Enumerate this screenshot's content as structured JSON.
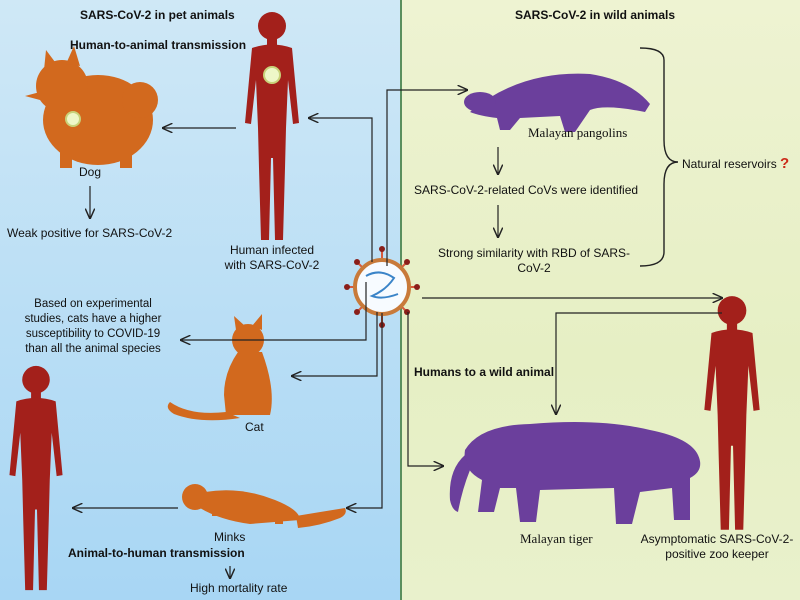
{
  "left_panel": {
    "title": "SARS-CoV-2 in pet animals",
    "subtitle_top": "Human-to-animal transmission",
    "dog_label": "Dog",
    "dog_result": "Weak positive for SARS-CoV-2",
    "human_label_1": "Human infected",
    "human_label_2": "with SARS-CoV-2",
    "cat_note": [
      "Based on experimental",
      "studies, cats have a higher",
      "susceptibility to COVID-19",
      "than all the animal species"
    ],
    "cat_label": "Cat",
    "minks_label": "Minks",
    "subtitle_bottom": "Animal-to-human transmission",
    "minks_result": "High mortality rate"
  },
  "right_panel": {
    "title": "SARS-CoV-2 in wild animals",
    "pangolin_label": "Malayan pangolins",
    "pangolin_finding_1": "SARS-CoV-2-related CoVs were identified",
    "pangolin_finding_2_l1": "Strong similarity with RBD of SARS-",
    "pangolin_finding_2_l2": "CoV-2",
    "reservoir_label": "Natural reservoirs",
    "reservoir_mark": "?",
    "humans_to_wild": "Humans to a wild animal",
    "tiger_label": "Malayan tiger",
    "keeper_label_1": "Asymptomatic SARS-CoV-2-",
    "keeper_label_2": "positive zoo keeper"
  },
  "colors": {
    "human": "#a3201b",
    "pet": "#d2691e",
    "wild": "#6b3f9c",
    "question": "#cc2a1a"
  }
}
